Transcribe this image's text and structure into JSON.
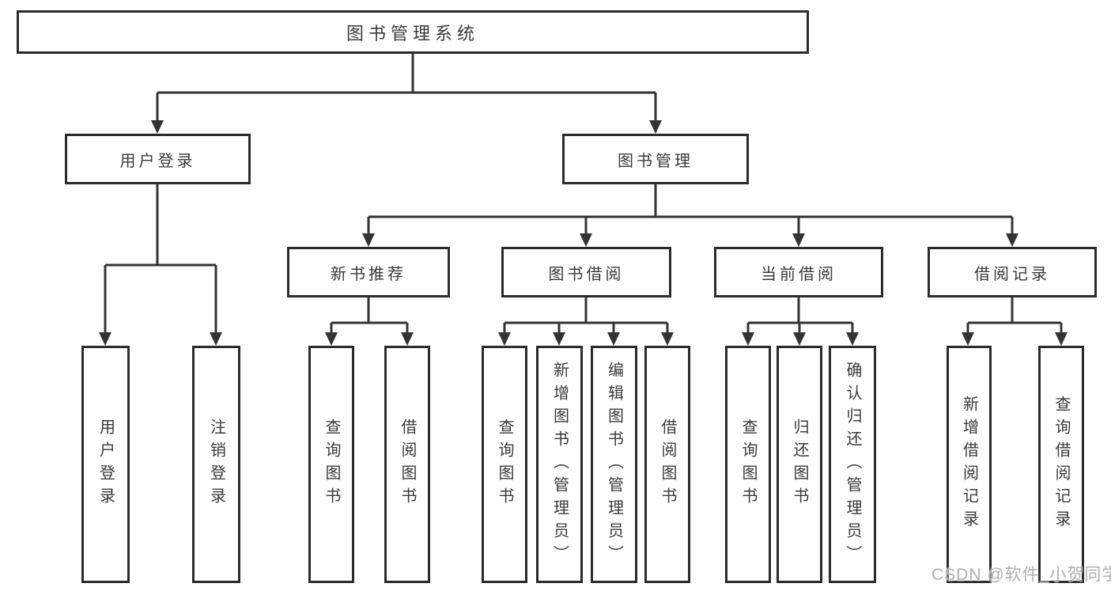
{
  "diagram": {
    "root": {
      "label": "图书管理系统"
    },
    "user_login": {
      "label": "用户登录",
      "children": [
        {
          "label": "用户登录"
        },
        {
          "label": "注销登录"
        }
      ]
    },
    "book_mgmt": {
      "label": "图书管理",
      "groups": [
        {
          "label": "新书推荐",
          "children": [
            {
              "label": "查询图书"
            },
            {
              "label": "借阅图书"
            }
          ]
        },
        {
          "label": "图书借阅",
          "children": [
            {
              "label": "查询图书"
            },
            {
              "label": "新增图书（管理员）"
            },
            {
              "label": "编辑图书（管理员）"
            },
            {
              "label": "借阅图书"
            }
          ]
        },
        {
          "label": "当前借阅",
          "children": [
            {
              "label": "查询图书"
            },
            {
              "label": "归还图书"
            },
            {
              "label": "确认归还（管理员）"
            }
          ]
        },
        {
          "label": "借阅记录",
          "children": [
            {
              "label": "新增借阅记录"
            },
            {
              "label": "查询借阅记录"
            }
          ]
        }
      ]
    }
  },
  "watermark": {
    "text": "CSDN @软件_小贺同学"
  },
  "colors": {
    "line": "#333333",
    "border": "#2b2b2b",
    "text": "#3a3a3a",
    "watermark": "#aeaeae",
    "background": "#ffffff"
  }
}
